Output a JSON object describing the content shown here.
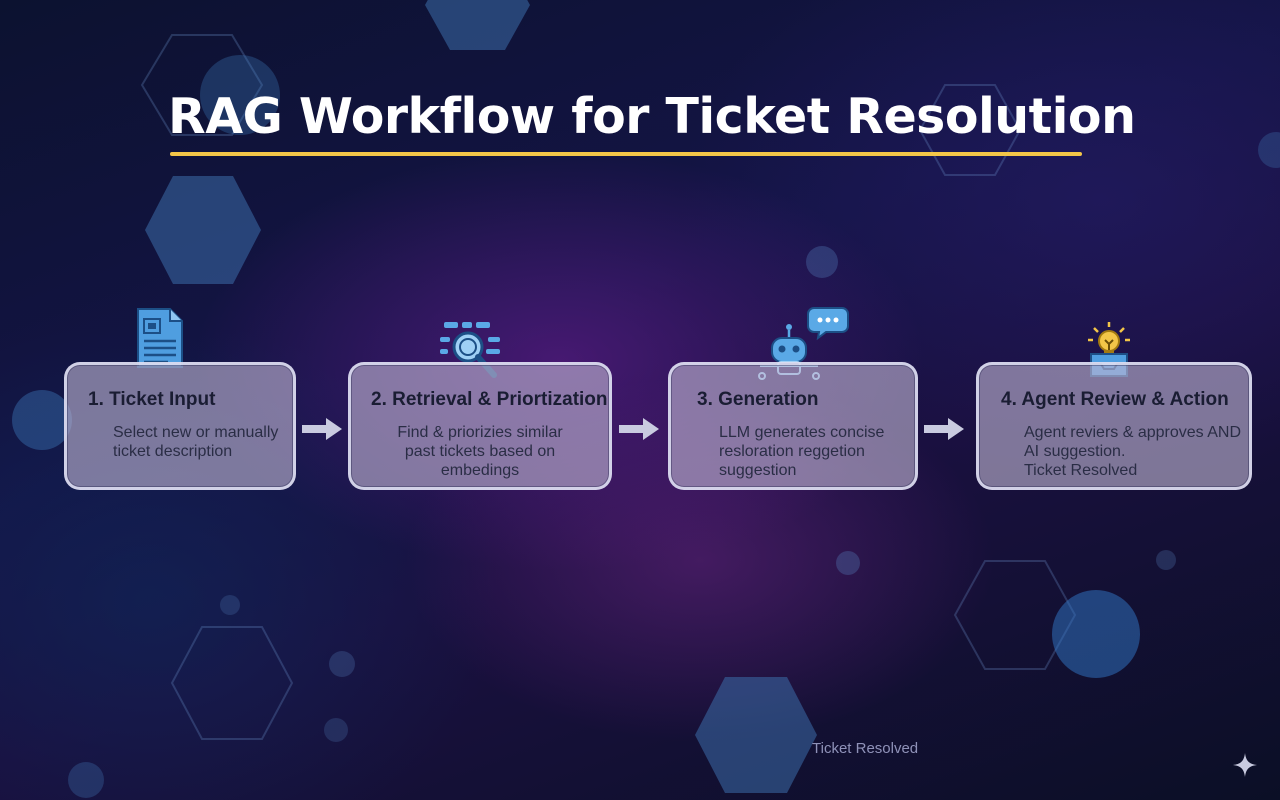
{
  "title": "RAG Workflow for Ticket Resolution",
  "colors": {
    "accent_underline": "#f3c648",
    "box_fill": "#bfb4d2",
    "icon_blue": "#5aa9e6"
  },
  "steps": [
    {
      "icon": "document-icon",
      "title": "1.  Ticket Input",
      "description": "Select new or manually\nticket description"
    },
    {
      "icon": "search-magnifier-icon",
      "title": "2. Retrieval & Priortization",
      "description": "Find & priorizies similar\npast tickets based on\nembedings"
    },
    {
      "icon": "robot-chat-icon",
      "title": "3. Generation",
      "description": "LLM generates concise\nresloration reggetion\nsuggestion"
    },
    {
      "icon": "lightbulb-inbox-icon",
      "title": "4. Agent Review & Action",
      "description": "Agent reviers & approves AND\nAI suggestion.\nTicket Resolved"
    }
  ],
  "footer_text": "Ticket Resolved"
}
